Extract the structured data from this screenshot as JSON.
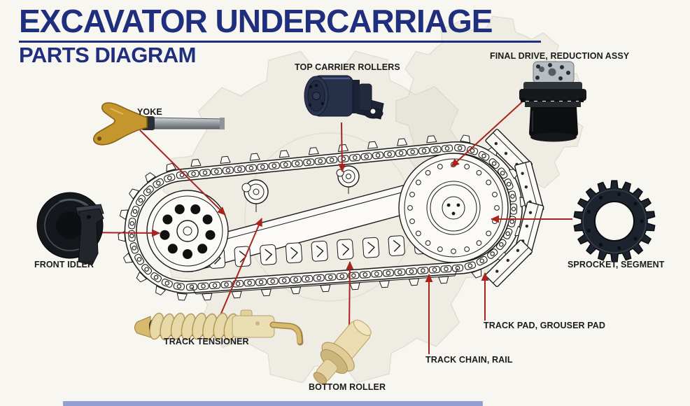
{
  "header": {
    "title": "EXCAVATOR UNDERCARRIAGE",
    "subtitle": "PARTS DIAGRAM"
  },
  "parts": [
    {
      "id": "top-carrier-rollers",
      "label": "TOP CARRIER ROLLERS"
    },
    {
      "id": "final-drive",
      "label": "FINAL DRIVE, REDUCTION ASSY"
    },
    {
      "id": "yoke",
      "label": "YOKE"
    },
    {
      "id": "front-idler",
      "label": "FRONT IDLER"
    },
    {
      "id": "sprocket",
      "label": "SPROCKET, SEGMENT"
    },
    {
      "id": "track-pad",
      "label": "TRACK PAD, GROUSER PAD"
    },
    {
      "id": "track-chain",
      "label": "TRACK CHAIN, RAIL"
    },
    {
      "id": "track-tensioner",
      "label": "TRACK TENSIONER"
    },
    {
      "id": "bottom-roller",
      "label": "BOTTOM ROLLER"
    }
  ],
  "colors": {
    "navy": "#1f2e7d",
    "arrow": "#a8241c",
    "bg": "#f8f6f1",
    "ink": "#1b1b1b",
    "gold": "#c5962e",
    "gold_dark": "#8a6414",
    "cream": "#e9d9a8",
    "cream_dark": "#b09a55",
    "cream_deep": "#d8ba6e",
    "steel": "#c2c7cb",
    "steel_dark": "#6b7075",
    "part_dark": "#1d232c",
    "part_navy": "#273049",
    "plate": "#b6bdc3",
    "footer_blue": "#3e57b8"
  }
}
